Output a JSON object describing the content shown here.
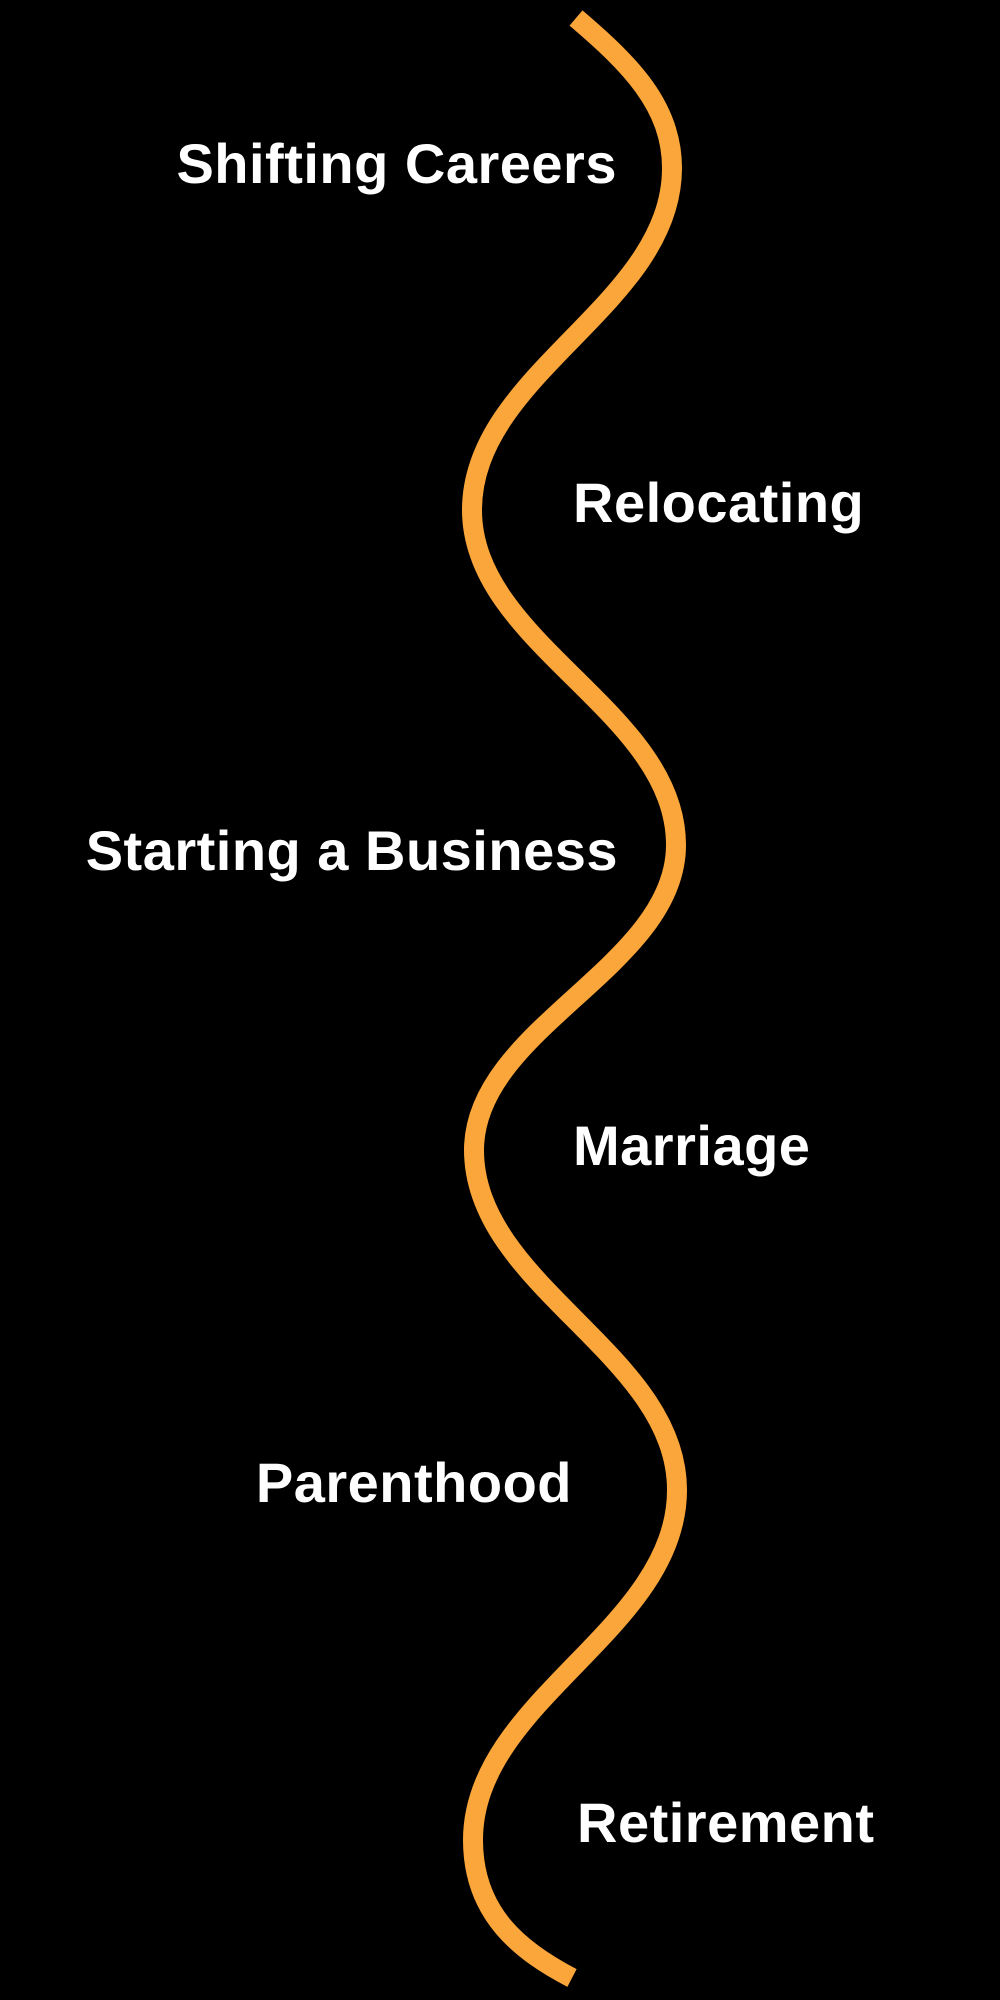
{
  "colors": {
    "background": "#000000",
    "curve": "#FAA63A",
    "text": "#FFFFFF"
  },
  "curve": {
    "stroke_width": 20
  },
  "labels": [
    {
      "text": "Shifting Careers",
      "side": "left"
    },
    {
      "text": "Relocating",
      "side": "right"
    },
    {
      "text": "Starting a Business",
      "side": "left"
    },
    {
      "text": "Marriage",
      "side": "right"
    },
    {
      "text": "Parenthood",
      "side": "left"
    },
    {
      "text": "Retirement",
      "side": "right"
    }
  ]
}
